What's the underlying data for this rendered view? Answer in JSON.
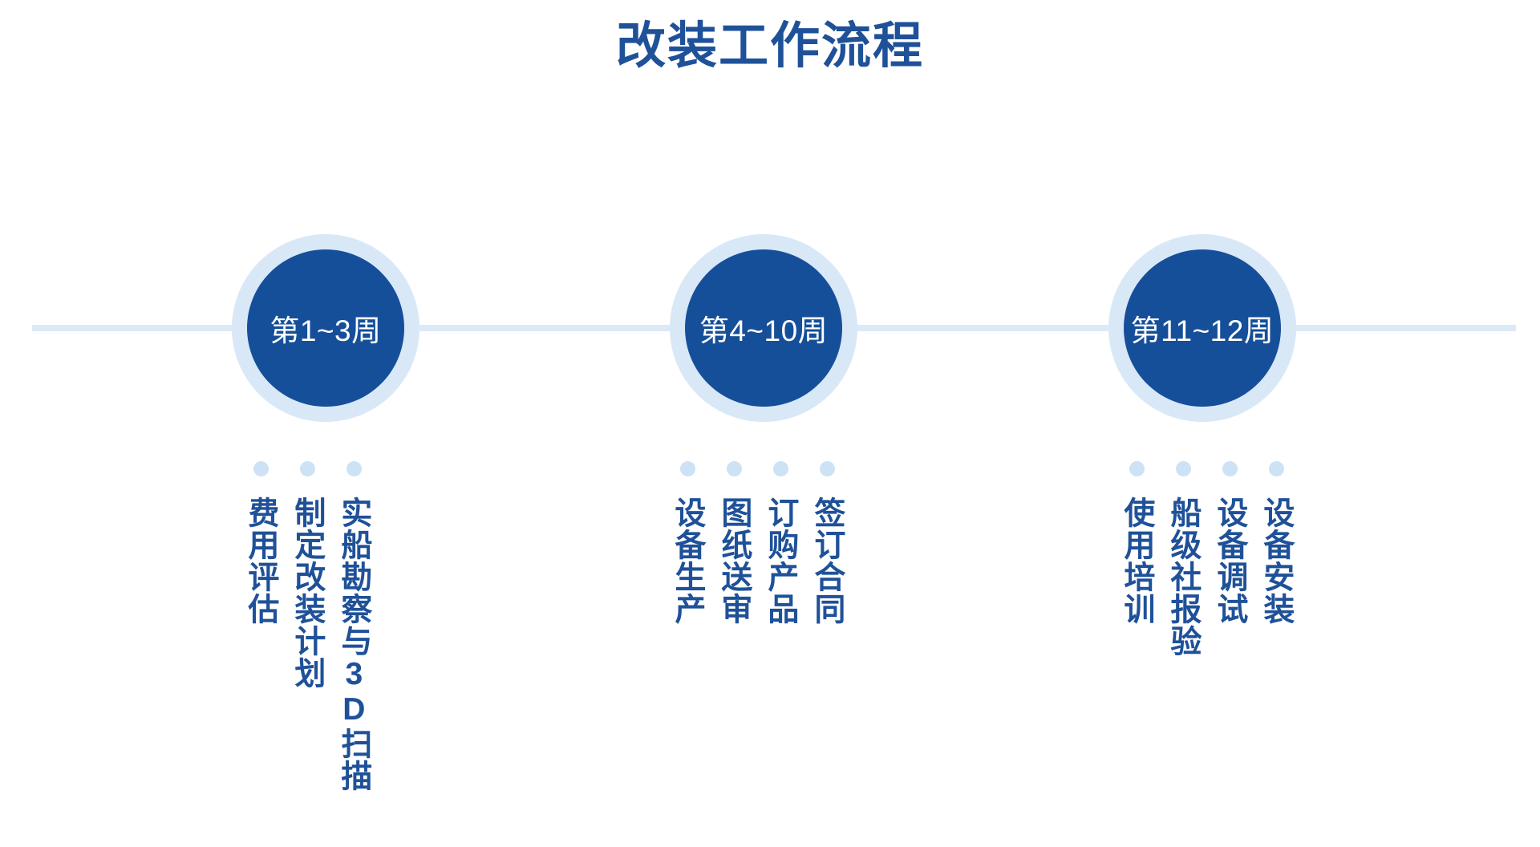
{
  "title": "改装工作流程",
  "colors": {
    "brand_dark_blue": "#164f99",
    "title_blue": "#1f5199",
    "ring_light_blue": "#d8e8f7",
    "line_light_blue": "#dce9f7",
    "dot_light_blue": "#cde2f5",
    "background": "#ffffff"
  },
  "timeline": {
    "milestones": [
      {
        "label": "第1~3周"
      },
      {
        "label": "第4~10周"
      },
      {
        "label": "第11~12周"
      }
    ],
    "groups": [
      {
        "milestone": "第1~3周",
        "steps": [
          {
            "text": "实船勘察与3D扫描"
          },
          {
            "text": "制定改装计划"
          },
          {
            "text": "费用评估"
          }
        ]
      },
      {
        "milestone": "第4~10周",
        "steps": [
          {
            "text": "签订合同"
          },
          {
            "text": "订购产品"
          },
          {
            "text": "图纸送审"
          },
          {
            "text": "设备生产"
          }
        ]
      },
      {
        "milestone": "第11~12周",
        "steps": [
          {
            "text": "设备安装"
          },
          {
            "text": "设备调试"
          },
          {
            "text": "船级社报验"
          },
          {
            "text": "使用培训"
          }
        ]
      }
    ]
  }
}
